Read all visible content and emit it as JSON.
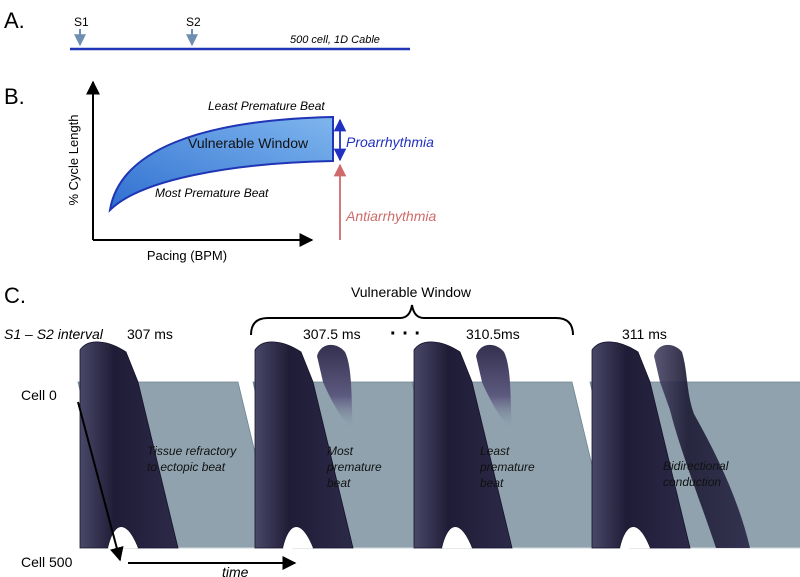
{
  "panel_a": {
    "label": "A.",
    "stim1": "S1",
    "stim2": "S2",
    "cable": "500 cell, 1D Cable"
  },
  "panel_b": {
    "label": "B.",
    "ylabel": "% Cycle Length",
    "xlabel": "Pacing (BPM)",
    "top_curve": "Least Premature Beat",
    "bottom_curve": "Most Premature Beat",
    "window": "Vulnerable Window",
    "pro": "Proarrhythmia",
    "anti": "Antiarrhythmia",
    "colors": {
      "window_fill": "#3f86d6",
      "window_edge": "#1f35b5",
      "pro": "#2030c0",
      "anti": "#d06a6a"
    }
  },
  "panel_c": {
    "label": "C.",
    "bracket_label": "Vulnerable Window",
    "interval_label": "S1 – S2 interval",
    "intervals": [
      "307 ms",
      "307.5 ms",
      "310.5ms",
      "311 ms"
    ],
    "dots": "· · ·",
    "captions": [
      [
        "Tissue refractory",
        "to ectopic beat"
      ],
      [
        "Most",
        "premature",
        "beat"
      ],
      [
        "Least",
        "premature",
        "beat"
      ],
      [
        "Bidirectional",
        "conduction"
      ]
    ],
    "cell_top": "Cell 0",
    "cell_bottom": "Cell 500",
    "time": "time",
    "colors": {
      "sheet": "#8fa2ad",
      "wave": "#26243f"
    }
  }
}
